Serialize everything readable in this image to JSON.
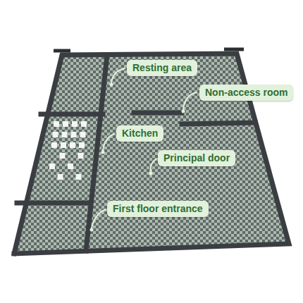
{
  "diagram": {
    "nodes": [
      {
        "text": [
          "Resting area"
        ]
      },
      {
        "text": [
          "Non-access room"
        ]
      },
      {
        "text": [
          "Kitchen"
        ]
      },
      {
        "text": [
          "Principal door"
        ]
      },
      {
        "text": [
          "First floor entrance"
        ]
      }
    ]
  }
}
